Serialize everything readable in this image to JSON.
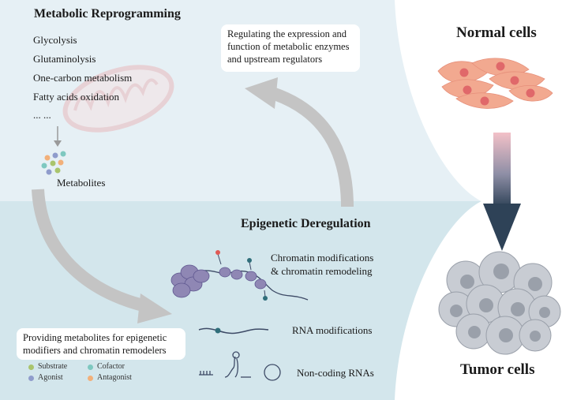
{
  "metabolic": {
    "title": "Metabolic Reprogramming",
    "pathways": [
      "Glycolysis",
      "Glutaminolysis",
      "One-carbon metabolism",
      "Fatty acids oxidation",
      "... ..."
    ],
    "metabolites_label": "Metabolites",
    "feedback_note": [
      "Regulating the expression and",
      "function of metabolic enzymes",
      "and upstream regulators"
    ]
  },
  "epigenetic": {
    "title": "Epigenetic Deregulation",
    "chromatin_label": [
      "Chromatin modifications",
      "& chromatin remodeling"
    ],
    "rna_label": "RNA modifications",
    "ncrna_label": "Non-coding RNAs",
    "provide_note": [
      "Providing metabolites for epigenetic",
      "modifiers and chromatin remodelers"
    ]
  },
  "legend": [
    {
      "label": "Substrate",
      "color": "#a9c46c"
    },
    {
      "label": "Cofactor",
      "color": "#7ec8c0"
    },
    {
      "label": "Agonist",
      "color": "#8f9ccc"
    },
    {
      "label": "Antagonist",
      "color": "#f2b07a"
    }
  ],
  "cells": {
    "normal_label": "Normal cells",
    "tumor_label": "Tumor cells"
  },
  "colors": {
    "top_panel": "#e6f0f5",
    "bottom_panel": "#d3e6ec",
    "arrow_gray": "#c4c4c4",
    "normal_cell": "#f2a990",
    "normal_nucleus": "#e0686a",
    "tumor_cell": "#c8ccd3",
    "tumor_nucleus": "#9aa0aa"
  }
}
